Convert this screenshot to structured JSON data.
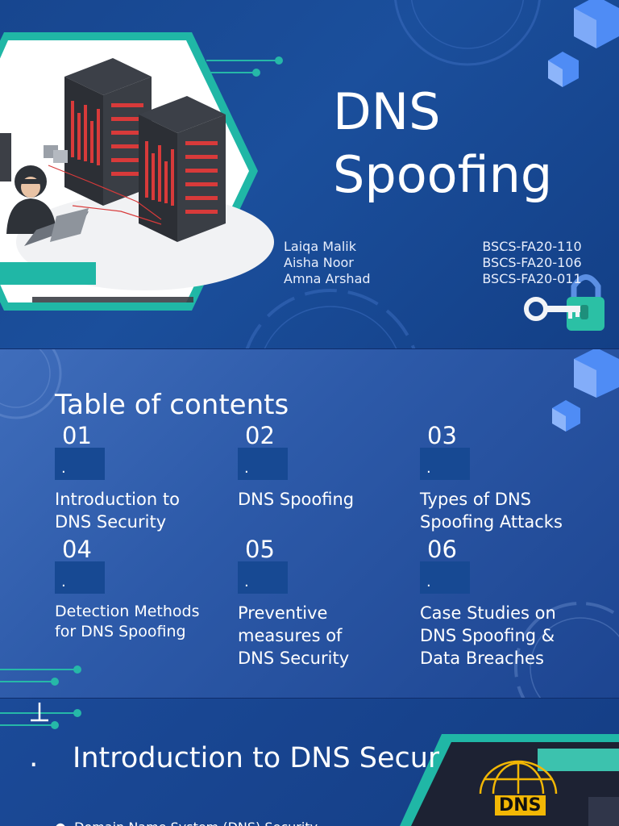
{
  "slide1": {
    "title_line1": "DNS",
    "title_line2": "Spoofing",
    "authors": [
      {
        "name": "Laiqa Malik",
        "id": "BSCS-FA20-110"
      },
      {
        "name": "Aisha Noor",
        "id": "BSCS-FA20-106"
      },
      {
        "name": "Amna Arshad",
        "id": "BSCS-FA20-011"
      }
    ]
  },
  "slide2": {
    "title": "Table of contents",
    "items": [
      {
        "num": "01",
        "dot": ".",
        "label": "Introduction to DNS Security"
      },
      {
        "num": "02",
        "dot": ".",
        "label": "DNS Spoofing"
      },
      {
        "num": "03",
        "dot": ".",
        "label": "Types of DNS Spoofing Attacks"
      },
      {
        "num": "04",
        "dot": ".",
        "label": "Detection Methods for DNS Spoofing"
      },
      {
        "num": "05",
        "dot": ".",
        "label": "Preventive measures of DNS Security"
      },
      {
        "num": "06",
        "dot": ".",
        "label": "Case Studies on DNS Spoofing & Data Breaches"
      }
    ]
  },
  "slide3": {
    "dot": ".",
    "title": "Introduction to DNS Security",
    "bullet": "Domain Name System (DNS) Security",
    "badge": "DNS"
  },
  "colors": {
    "accent_teal": "#20b7a6",
    "server_red": "#d83a3a",
    "cube_blue": "#4f8cf5"
  }
}
